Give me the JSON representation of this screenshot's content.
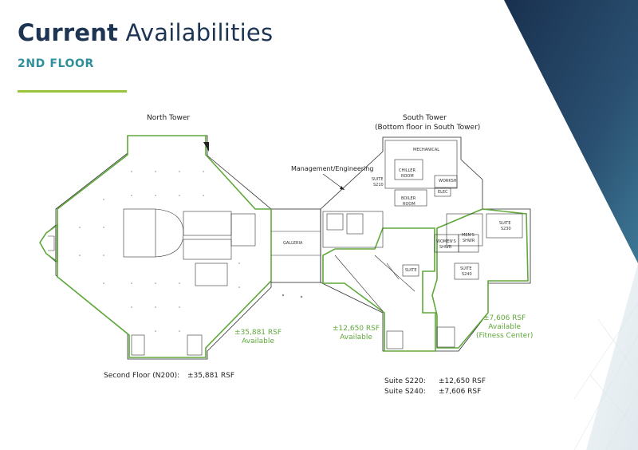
{
  "header": {
    "title_bold": "Current",
    "title_light": "Availabilities",
    "subtitle": "2ND FLOOR"
  },
  "plan": {
    "north_tower": "North Tower",
    "south_tower": "South Tower",
    "south_tower_note": "(Bottom floor in South Tower)",
    "management": "Management/Engineering",
    "galleria": "GALLERIA",
    "rooms": {
      "mechanical": "MECHANICAL",
      "chiller": "CHILLER",
      "chiller_room": "ROOM",
      "boiler": "BOILER",
      "boiler_room": "ROOM",
      "suite_s210": "SUITE",
      "s210": "S210",
      "workshop": "WORKSH",
      "elec": "ELEC",
      "suite_s230": "SUITE",
      "s230": "S230",
      "womens": "WOMEN'S",
      "womens2": "SHWR",
      "mens": "MEN'S",
      "mens2": "SHWR",
      "suite_s240": "SUITE",
      "s240": "S240",
      "suite_s220": "SUITE"
    },
    "avail_north": {
      "rsf": "±35,881 RSF",
      "status": "Available"
    },
    "avail_s220": {
      "rsf": "±12,650 RSF",
      "status": "Available"
    },
    "avail_s240": {
      "rsf": "±7,606 RSF",
      "status": "Available",
      "note": "(Fitness Center)"
    }
  },
  "summary": {
    "second_floor_label": "Second Floor (N200):",
    "second_floor_value": "±35,881 RSF",
    "s220_label": "Suite S220:",
    "s220_value": "±12,650 RSF",
    "s240_label": "Suite S240:",
    "s240_value": "±7,606 RSF"
  },
  "colors": {
    "navy": "#1d3453",
    "teal": "#2f8f9d",
    "accent_green": "#9ac43c",
    "available_green": "#5fa83a"
  }
}
